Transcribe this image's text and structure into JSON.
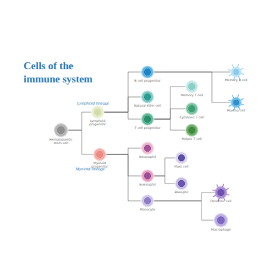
{
  "diagram": {
    "title": "Cells of the immune system",
    "nodes": [
      {
        "text": [
          "Hematopoietic stem cell"
        ]
      },
      {
        "text": [
          "Lymphoid progenitor"
        ]
      },
      {
        "text": [
          "Myeloid progenitor"
        ]
      },
      {
        "text": [
          "B cell progenitor"
        ]
      },
      {
        "text": [
          "Natural killer cell"
        ]
      },
      {
        "text": [
          "T cell progenitor"
        ]
      },
      {
        "text": [
          "Memory T cell"
        ]
      },
      {
        "text": [
          "Cytotoxic T cell"
        ]
      },
      {
        "text": [
          "Helper T cell"
        ]
      },
      {
        "text": [
          "Memory B cell"
        ]
      },
      {
        "text": [
          "Plasma cell"
        ]
      },
      {
        "text": [
          "Neutrophil"
        ]
      },
      {
        "text": [
          "Eosinophil"
        ]
      },
      {
        "text": [
          "Mast cell"
        ]
      },
      {
        "text": [
          "Basophil"
        ]
      },
      {
        "text": [
          "Monocyte"
        ]
      },
      {
        "text": [
          "Dendritic cell"
        ]
      },
      {
        "text": [
          "Macrophage"
        ]
      }
    ],
    "edges": [
      {
        "from": 0,
        "to": 1,
        "arrow": "none"
      },
      {
        "from": 0,
        "to": 2,
        "arrow": "none"
      },
      {
        "from": 1,
        "to": 3,
        "arrow": "none"
      },
      {
        "from": 1,
        "to": 4,
        "arrow": "none"
      },
      {
        "from": 1,
        "to": 5,
        "arrow": "none"
      },
      {
        "from": 3,
        "to": 9,
        "arrow": "none"
      },
      {
        "from": 3,
        "to": 10,
        "arrow": "none"
      },
      {
        "from": 5,
        "to": 6,
        "arrow": "none"
      },
      {
        "from": 5,
        "to": 7,
        "arrow": "none"
      },
      {
        "from": 5,
        "to": 8,
        "arrow": "none"
      },
      {
        "from": 2,
        "to": 11,
        "arrow": "none"
      },
      {
        "from": 2,
        "to": 12,
        "arrow": "none"
      },
      {
        "from": 2,
        "to": 15,
        "arrow": "none"
      },
      {
        "from": 12,
        "to": 13,
        "arrow": "none"
      },
      {
        "from": 12,
        "to": 14,
        "arrow": "none"
      },
      {
        "from": 15,
        "to": 16,
        "arrow": "none"
      },
      {
        "from": 15,
        "to": 17,
        "arrow": "none"
      }
    ],
    "labels": [
      "Lymphoid lineage",
      "Myeloid lineage"
    ]
  }
}
